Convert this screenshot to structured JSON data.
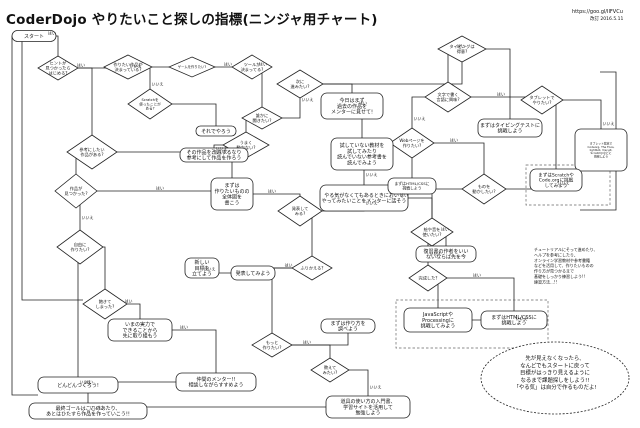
{
  "page": {
    "title": "CoderDojo やりたいこと探しの指標(ニンジャ用チャート)",
    "url": "https://goo.gl/IIFVCu",
    "updated": "改訂 2016.5.11"
  },
  "diagram": {
    "nodes": [
      {
        "id": "start",
        "shape": "terminal",
        "lines": [
          "スタート"
        ]
      },
      {
        "id": "q_hint",
        "shape": "decision",
        "lines": [
          "ヒントが",
          "見つかったら",
          "はじめる?"
        ]
      },
      {
        "id": "q_make",
        "shape": "decision",
        "lines": [
          "作りたい作品が",
          "決まっている?"
        ]
      },
      {
        "id": "q_game",
        "shape": "decision",
        "lines": [
          "ゲームを作りたい?"
        ]
      },
      {
        "id": "q_scratch",
        "shape": "decision",
        "lines": [
          "Scratchを",
          "使ったことが",
          "ある?"
        ]
      },
      {
        "id": "q_tool",
        "shape": "decision",
        "lines": [
          "ツールが",
          "決まってる?"
        ]
      },
      {
        "id": "q_example",
        "shape": "decision",
        "lines": [
          "参考にしたい",
          "作品がある?"
        ]
      },
      {
        "id": "q_find",
        "shape": "decision",
        "lines": [
          "作品が",
          "見つかった?"
        ]
      },
      {
        "id": "q_free",
        "shape": "decision",
        "lines": [
          "自由に",
          "作りたい?"
        ]
      },
      {
        "id": "q_bored",
        "shape": "decision",
        "lines": [
          "飽きて",
          "しまった?"
        ]
      },
      {
        "id": "q_bug",
        "shape": "decision",
        "lines": [
          "うまく",
          "動かない?"
        ]
      },
      {
        "id": "q_help",
        "shape": "decision",
        "lines": [
          "誰かに",
          "聞きたい?"
        ]
      },
      {
        "id": "q_next",
        "shape": "decision",
        "lines": [
          "次に",
          "進みたい?"
        ]
      },
      {
        "id": "q_typing",
        "shape": "decision",
        "lines": [
          "タイピングは",
          "得意?"
        ]
      },
      {
        "id": "q_textlang",
        "shape": "decision",
        "lines": [
          "文字で書く",
          "言語に興味?"
        ]
      },
      {
        "id": "q_web",
        "shape": "decision",
        "lines": [
          "Webページを",
          "作りたい?"
        ]
      },
      {
        "id": "q_tablet",
        "shape": "decision",
        "lines": [
          "タブレットで",
          "やりたい?"
        ]
      },
      {
        "id": "q_hw",
        "shape": "decision",
        "lines": [
          "ものを",
          "動かしたい?"
        ]
      },
      {
        "id": "q_draw",
        "shape": "decision",
        "lines": [
          "絵や音を",
          "使いたい?"
        ]
      },
      {
        "id": "q_done",
        "shape": "decision",
        "lines": [
          "完成した?"
        ]
      },
      {
        "id": "q_show",
        "shape": "decision",
        "lines": [
          "発表して",
          "みる?"
        ]
      },
      {
        "id": "q_review",
        "shape": "decision",
        "lines": [
          "ふりかえる?"
        ]
      },
      {
        "id": "q_more",
        "shape": "decision",
        "lines": [
          "もっと",
          "作りたい?"
        ]
      },
      {
        "id": "q_teach",
        "shape": "decision",
        "lines": [
          "教えて",
          "みたい?"
        ]
      },
      {
        "id": "p_ref",
        "shape": "process",
        "lines": [
          "その作品を改造するなり",
          "参考にして作品を作ろう"
        ]
      },
      {
        "id": "p_try",
        "shape": "process",
        "lines": [
          "それでやろう"
        ]
      },
      {
        "id": "p_past",
        "shape": "process",
        "lines": [
          "今日はまず",
          "過去の作品を",
          "メンターに見せて!"
        ]
      },
      {
        "id": "p_material",
        "shape": "process",
        "lines": [
          "試していない教材を",
          "試してみたり",
          "読んでいない参考書を",
          "読んでみよう"
        ]
      },
      {
        "id": "p_explore",
        "shape": "process",
        "lines": [
          "まずは",
          "作りたいものの",
          "全体図を",
          "書こう"
        ]
      },
      {
        "id": "p_all",
        "shape": "process",
        "lines": [
          "やる気がなくてもあるときにおいて",
          "やってみたいことをメンターに話そう"
        ]
      },
      {
        "id": "p_typing",
        "shape": "process",
        "lines": [
          "まずはタイピングテストに",
          "挑戦しよう"
        ]
      },
      {
        "id": "p_lang",
        "shape": "process",
        "lines": [
          "まずはHTML/CSSに",
          "挑戦しよう"
        ]
      },
      {
        "id": "p_tablet",
        "shape": "process",
        "lines": [
          "タブレット端末で",
          "Codeorg, The Foos,",
          "lightbot, Viscuit,",
          "ScratchJrなどに",
          "挑戦しよう"
        ]
      },
      {
        "id": "p_scratch",
        "shape": "process",
        "lines": [
          "まずはScratchや",
          "Code.orgに挑戦",
          "してみよう"
        ]
      },
      {
        "id": "p_mentor",
        "shape": "process",
        "lines": [
          "復習書の作者をいい",
          "ないならば先を今"
        ]
      },
      {
        "id": "p_js",
        "shape": "process",
        "lines": [
          "JavaScriptや",
          "Processingに",
          "挑戦してみよう"
        ]
      },
      {
        "id": "p_html",
        "shape": "process",
        "lines": [
          "まずはHTML/CSSに",
          "挑戦しよう"
        ]
      },
      {
        "id": "p_self",
        "shape": "process",
        "lines": [
          "いまの実力で",
          "できることから",
          "先に取り組もう"
        ]
      },
      {
        "id": "p_ask",
        "shape": "process",
        "lines": [
          "まずは作り方を",
          "調べよう"
        ]
      },
      {
        "id": "p_friend",
        "shape": "process",
        "lines": [
          "仲間のメンター!!",
          "相談しながらすすめよう"
        ]
      },
      {
        "id": "p_book",
        "shape": "process",
        "lines": [
          "道具の使い方の入門書、",
          "学習サイトを活用して",
          "勉強しよう"
        ]
      },
      {
        "id": "p_what",
        "shape": "process",
        "lines": [
          "どんどんつくろう!"
        ]
      },
      {
        "id": "p_show",
        "shape": "process",
        "lines": [
          "発表してみよう"
        ]
      },
      {
        "id": "p_new",
        "shape": "process",
        "lines": [
          "新しい",
          "目標を",
          "立てよう"
        ]
      },
      {
        "id": "p_goal",
        "shape": "process",
        "lines": [
          "最終ゴールはここのあたり、",
          "あとはひたすら作品を作っていこう!!"
        ]
      }
    ],
    "notes": {
      "tutorial": [
        "チュートリアルにそって進めたり、",
        "ヘルプを参考にしたり、",
        "オンライン学習教材や参考書籍",
        "などを活用して、作りたいものの",
        "作り方が見つかるまで",
        "基礎をしっかり練習しよう!!",
        "練習方法…!!"
      ],
      "closing": [
        "先が見えなくなったら、",
        "なんどでもスタートに戻って",
        "目標がはっきり見えるように",
        "なるまで課題探しをしよう!!",
        "「やる気」は自分で作るものだよ!"
      ]
    },
    "edge_labels": {
      "yes": "はい",
      "no": "いいえ"
    }
  }
}
